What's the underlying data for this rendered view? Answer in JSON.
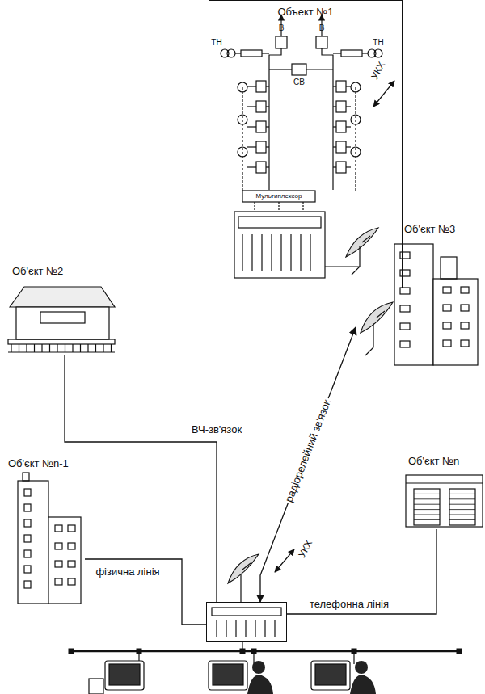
{
  "diagram": {
    "nodes": [
      {
        "text": [
          "Объект №1"
        ]
      },
      {
        "text": [
          "Об'єкт №2"
        ]
      },
      {
        "text": [
          "Об'єкт №3"
        ]
      },
      {
        "text": [
          "Об'єкт №n-1"
        ]
      },
      {
        "text": [
          "Об'єкт №n"
        ]
      },
      {
        "text": []
      }
    ],
    "edges": [
      {
        "from": 1,
        "to": 5,
        "label": "ВЧ-зв'язок",
        "arrow": "none"
      },
      {
        "from": 3,
        "to": 5,
        "label": "фізична лінія",
        "arrow": "none"
      },
      {
        "from": 4,
        "to": 5,
        "label": "телефонна лінія",
        "arrow": "none"
      },
      {
        "from": 5,
        "to": 2,
        "label": "радіорелейний зв'язок",
        "arrow": "both"
      }
    ],
    "labels": [
      "ТН",
      "В",
      "В",
      "СВ",
      "ТН",
      "Мультиплексор",
      "УКХ",
      "УКХ"
    ]
  }
}
